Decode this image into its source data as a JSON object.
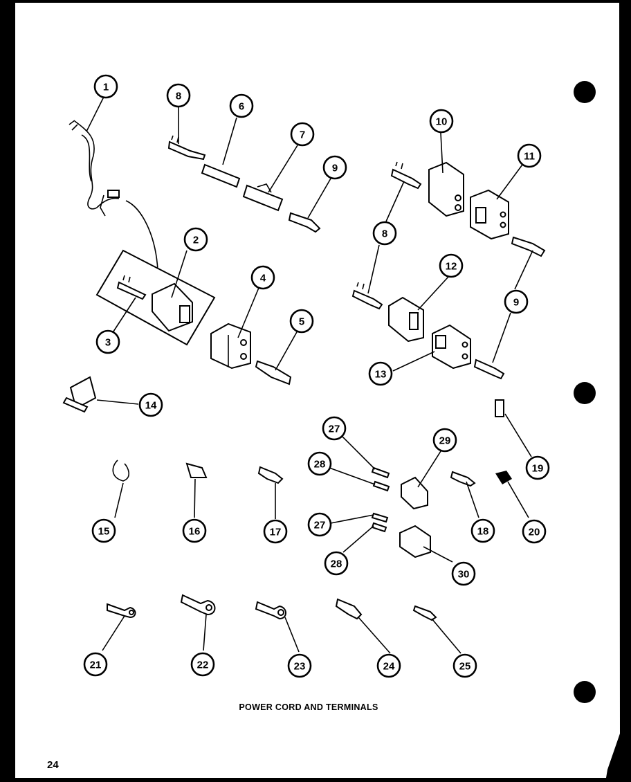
{
  "diagram": {
    "caption": "POWER CORD AND TERMINALS",
    "page_number": "24",
    "callouts": [
      "1",
      "2",
      "3",
      "4",
      "5",
      "6",
      "7",
      "8",
      "9",
      "10",
      "11",
      "12",
      "13",
      "14",
      "15",
      "16",
      "17",
      "18",
      "19",
      "20",
      "21",
      "22",
      "23",
      "24",
      "25",
      "27",
      "28",
      "29",
      "30"
    ]
  }
}
